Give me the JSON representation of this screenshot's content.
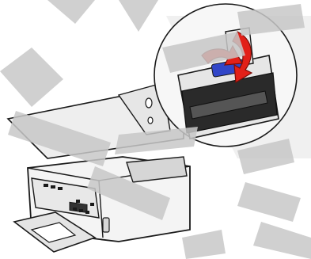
{
  "figure": {
    "icons": {
      "printer": "printer-illustration",
      "cartridge": "ink-cartridge-illustration",
      "arrow": "insertion-arrow-icon",
      "watermark": "diagonal-watermark"
    },
    "colors": {
      "line": "#1a1a1a",
      "printer_body": "#f4f4f4",
      "printer_shadow": "#d6d6d6",
      "slot": "#111111",
      "cartridge_head": "#2a2a2a",
      "arrow": "#e22018",
      "arrow_outline": "#7a0d08",
      "cartridge_accent": "#3146c8",
      "watermark": "#c8c8c8"
    }
  }
}
